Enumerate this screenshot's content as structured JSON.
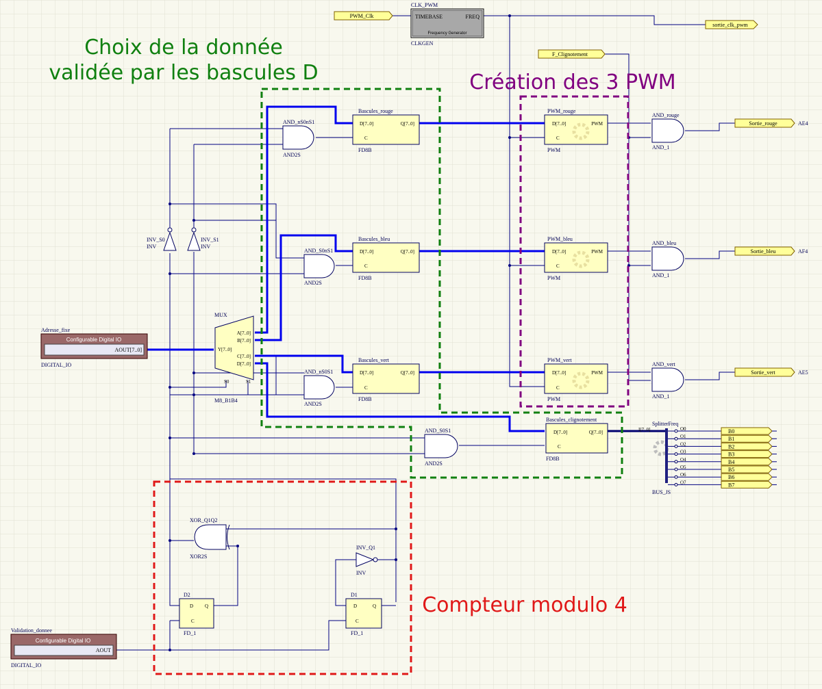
{
  "annotations": {
    "choix_line1": "Choix de la donnée",
    "choix_line2": "validée par les bascules D",
    "creation": "Création des 3 PWM",
    "compteur": "Compteur modulo 4"
  },
  "colors": {
    "green": "#108010",
    "purple": "#800080",
    "red": "#e01818",
    "wire": "#000080",
    "bus": "#0000ee",
    "component_fill": "#ffffc2"
  },
  "ports": {
    "pwm_clk": "PWM_Clk",
    "sortie_clk_pwm": "sortie_clk_pwm",
    "f_clignotement": "F_Clignotement",
    "sortie_rouge": "Sortie_rouge",
    "sortie_bleu": "Sortie_bleu",
    "sortie_vert": "Sortie_vert",
    "ae4": "AE4",
    "af4": "AF4",
    "ae5": "AE5"
  },
  "clkgen": {
    "name": "CLK_PWM",
    "pin_in": "TIMEBASE",
    "pin_out": "FREQ",
    "caption": "Frequency Generator",
    "type": "CLKGEN"
  },
  "io_adresse": {
    "name": "Adresse_fixe",
    "title": "Configurable Digital IO",
    "pin": "AOUT[7..0]",
    "type": "DIGITAL_IO"
  },
  "io_validation": {
    "name": "Validation_donnee",
    "title": "Configurable Digital IO",
    "pin": "AOUT",
    "type": "DIGITAL_IO"
  },
  "mux": {
    "name": "MUX",
    "type": "M8_B1B4",
    "pin_y": "Y[7..0]",
    "pin_a": "A[7..0]",
    "pin_b": "B[7..0]",
    "pin_c": "C[7..0]",
    "pin_d": "D[7..0]",
    "pin_s0": "S0",
    "pin_s1": "S1"
  },
  "inverters": {
    "inv_s0": "INV_S0",
    "inv_s1": "INV_S1",
    "inv_q1": "INV_Q1",
    "type": "INV"
  },
  "gates": {
    "and_ns0ns1": "AND_nS0nS1",
    "and_s0ns1": "AND_S0nS1",
    "and_ns0s1": "AND_nS0S1",
    "and_s0s1": "AND_S0S1",
    "and2s": "AND2S",
    "xor_name": "XOR_Q1Q2",
    "xor_type": "XOR2S",
    "and_rouge": "AND_rouge",
    "and_bleu": "AND_bleu",
    "and_vert": "AND_vert",
    "and_1": "AND_1"
  },
  "registers": {
    "rouge": "Bascules_rouge",
    "bleu": "Bascules_bleu",
    "vert": "Bascules_vert",
    "clignotement": "Bascules_clignotement",
    "type": "FD8B",
    "pin_d": "D[7..0]",
    "pin_q": "Q[7..0]",
    "pin_c": "C"
  },
  "pwm": {
    "rouge": "PWM_rouge",
    "bleu": "PWM_bleu",
    "vert": "PWM_vert",
    "type": "PWM",
    "pin_d": "D[7..0]",
    "pin_out": "PWM",
    "pin_c": "C"
  },
  "flipflops": {
    "d2": "D2",
    "d1": "D1",
    "type": "FD_1",
    "pin_d": "D",
    "pin_q": "Q",
    "pin_c": "C"
  },
  "splitter": {
    "name": "SplitterFreq",
    "input": "I[7..0]",
    "outputs": [
      "O0",
      "O1",
      "O2",
      "O3",
      "O4",
      "O5",
      "O6",
      "O7"
    ],
    "bus_name": "BUS_JS"
  },
  "bus_outputs": [
    "B0",
    "B1",
    "B2",
    "B3",
    "B4",
    "B5",
    "B6",
    "B7"
  ]
}
